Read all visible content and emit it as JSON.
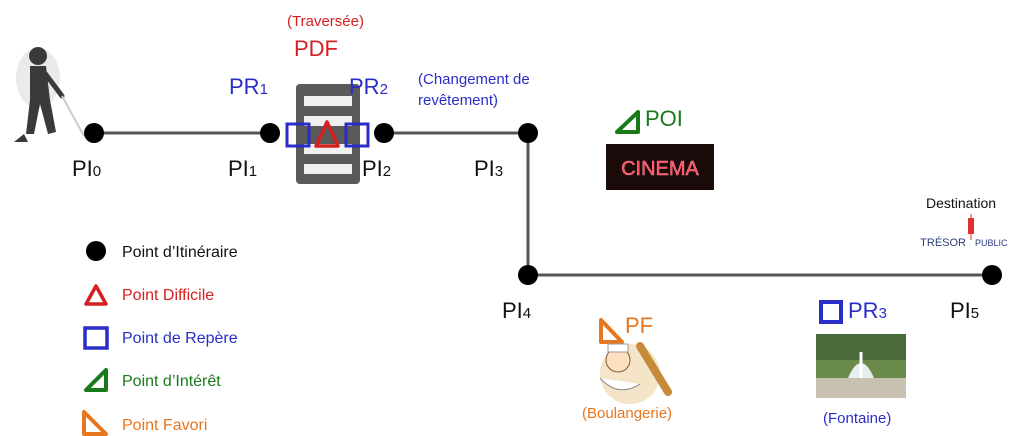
{
  "nodes": [
    {
      "id": "pi0",
      "label": "PI",
      "sub": "0"
    },
    {
      "id": "pi1",
      "label": "PI",
      "sub": "1"
    },
    {
      "id": "pi2",
      "label": "PI",
      "sub": "2"
    },
    {
      "id": "pi3",
      "label": "PI",
      "sub": "3"
    },
    {
      "id": "pi4",
      "label": "PI",
      "sub": "4"
    },
    {
      "id": "pi5",
      "label": "PI",
      "sub": "5"
    }
  ],
  "crossing": {
    "note": "(Traversée)",
    "label": "PDF"
  },
  "pr1": {
    "label": "PR",
    "sub": "1"
  },
  "pr2": {
    "label": "PR",
    "sub": "2"
  },
  "pr3": {
    "label": "PR",
    "sub": "3"
  },
  "surface_change": {
    "line1": "(Changement de",
    "line2": "revêtement)"
  },
  "poi": {
    "label": "POI",
    "sign_text": "CINEMA"
  },
  "pf": {
    "label": "PF",
    "caption": "(Boulangerie)"
  },
  "fountain": {
    "caption": "(Fontaine)"
  },
  "destination": {
    "label": "Destination",
    "logo_text_1": "TRÉSOR",
    "logo_text_2": "PUBLIC"
  },
  "legend": [
    {
      "symbol": "dot",
      "label": "Point d’Itinéraire",
      "color": "#111111"
    },
    {
      "symbol": "triangle",
      "label": "Point Difficile",
      "color": "#d42020"
    },
    {
      "symbol": "square",
      "label": "Point de Repère",
      "color": "#2a2ec8"
    },
    {
      "symbol": "green-triangle",
      "label": "Point d’Intérêt",
      "color": "#1a7a1a"
    },
    {
      "symbol": "orange-triangle",
      "label": "Point Favori",
      "color": "#e8761e"
    }
  ],
  "colors": {
    "route": "#555555",
    "red": "#d42020",
    "blue": "#2a2ec8",
    "green": "#1a7a1a",
    "orange": "#e8761e"
  }
}
